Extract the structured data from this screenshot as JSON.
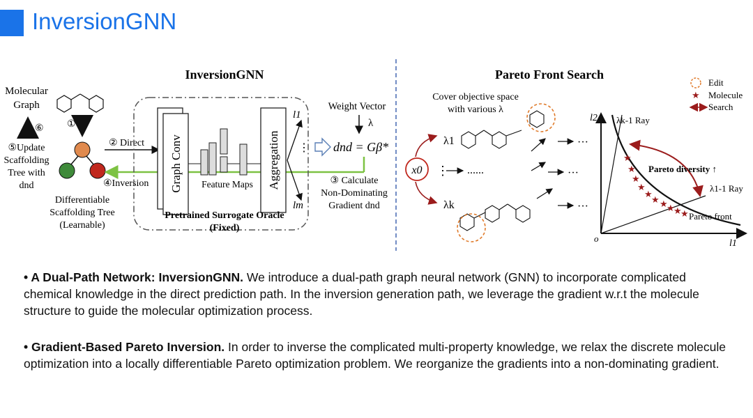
{
  "title": "InversionGNN",
  "left": {
    "heading": "InversionGNN",
    "mol_graph_l1": "Molecular",
    "mol_graph_l2": "Graph",
    "step1": "①",
    "step6": "⑥",
    "update_l1": "⑤Update",
    "update_l2": "Scaffolding",
    "update_l3": "Tree with",
    "update_l4": "dnd",
    "direct": "② Direct",
    "inversion": "④Inversion",
    "graph_conv": "Graph Conv",
    "feature_maps": "Feature Maps",
    "aggregation": "Aggregation",
    "oracle_l1": "Pretrained Surrogate Oracle",
    "oracle_l2": "(Fixed)",
    "dst_l1": "Differentiable",
    "dst_l2": "Scaffolding Tree",
    "dst_l3": "(Learnable)",
    "l1": "l1",
    "lm": "lm",
    "weight_vector": "Weight Vector",
    "lambda": "λ",
    "formula": "dnd = Gβ*",
    "calc_l1": "③ Calculate",
    "calc_l2": "Non-Dominating",
    "calc_l3": "Gradient dnd",
    "node_colors": {
      "top": "#e08a4e",
      "left": "#3f8a3a",
      "right": "#c0281e"
    }
  },
  "right": {
    "heading": "Pareto Front Search",
    "cover_l1": "Cover objective space",
    "cover_l2": "with various λ",
    "x0": "x0",
    "lambda1": "λ1",
    "lambdak": "λk",
    "dots_row": "......",
    "ellipsis": "···",
    "legend_edit": "Edit",
    "legend_molecule": "Molecule",
    "legend_search": "Search",
    "axis_l2": "l2",
    "axis_l1": "l1",
    "origin": "o",
    "ray_k": "λk-1 Ray",
    "ray_1": "λ1-1 Ray",
    "pareto_diversity": "Pareto diversity ↑",
    "pareto_front": "Pareto front",
    "accent": "#9b1c1c",
    "edit_color": "#e07a2a"
  },
  "bullets": [
    {
      "bold": "• A Dual-Path Network: InversionGNN.",
      "text": " We introduce a dual-path graph neural network (GNN) to incorporate complicated chemical knowledge in the direct prediction path. In the inversion generation path, we leverage the gradient w.r.t the molecule structure to guide the molecular optimization process."
    },
    {
      "bold": "• Gradient-Based Pareto Inversion.",
      "text": " In order to inverse the complicated multi-property knowledge, we relax the discrete molecule optimization into a locally differentiable Pareto optimization problem. We reorganize the gradients into a non-dominating gradient."
    }
  ]
}
